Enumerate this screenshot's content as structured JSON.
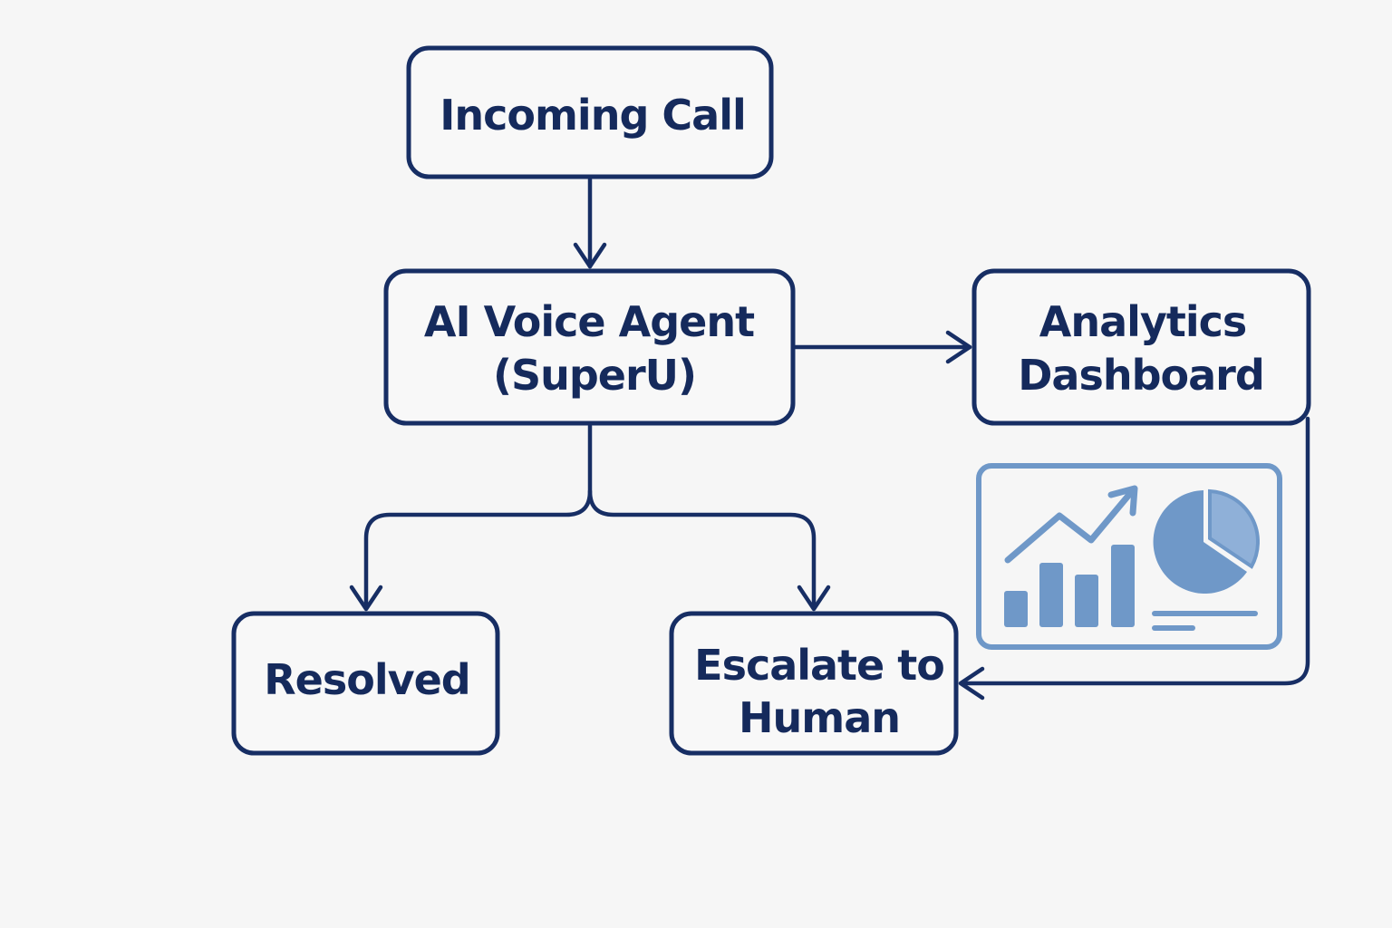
{
  "diagram": {
    "nodes": {
      "incoming": {
        "lines": [
          "Incoming Call"
        ]
      },
      "agent": {
        "lines": [
          "AI Voice Agent",
          "(SuperU)"
        ]
      },
      "analytics": {
        "lines": [
          "Analytics",
          "Dashboard"
        ]
      },
      "resolved": {
        "lines": [
          "Resolved"
        ]
      },
      "escalate": {
        "lines": [
          "Escalate to",
          "Human"
        ]
      }
    },
    "edges": [
      {
        "from": "Incoming Call",
        "to": "AI Voice Agent (SuperU)"
      },
      {
        "from": "AI Voice Agent (SuperU)",
        "to": "Analytics Dashboard"
      },
      {
        "from": "AI Voice Agent (SuperU)",
        "to": "Resolved"
      },
      {
        "from": "AI Voice Agent (SuperU)",
        "to": "Escalate to Human"
      },
      {
        "from": "Analytics Dashboard",
        "to": "Escalate to Human"
      }
    ],
    "icon": "analytics-dashboard-icon",
    "colors": {
      "primary": "#172e64",
      "accent": "#6f98c8",
      "background": "#f6f6f6"
    }
  }
}
